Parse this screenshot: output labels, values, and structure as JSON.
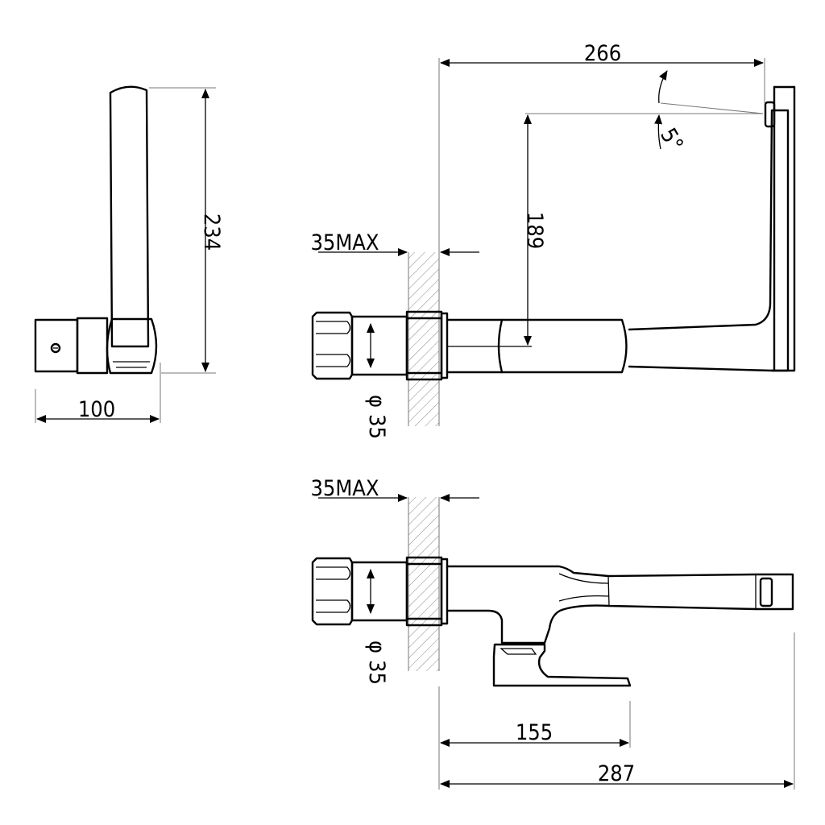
{
  "dimensions": {
    "side_width": "100",
    "side_height": "234",
    "spout_reach": "266",
    "spout_height": "189",
    "spout_angle": "5°",
    "wall_max_front": "35MAX",
    "wall_max_bottom": "35MAX",
    "body_diameter_front": "35",
    "body_diameter_bottom": "35",
    "lever_offset": "155",
    "total_length": "287"
  },
  "symbols": {
    "diameter": "φ"
  }
}
